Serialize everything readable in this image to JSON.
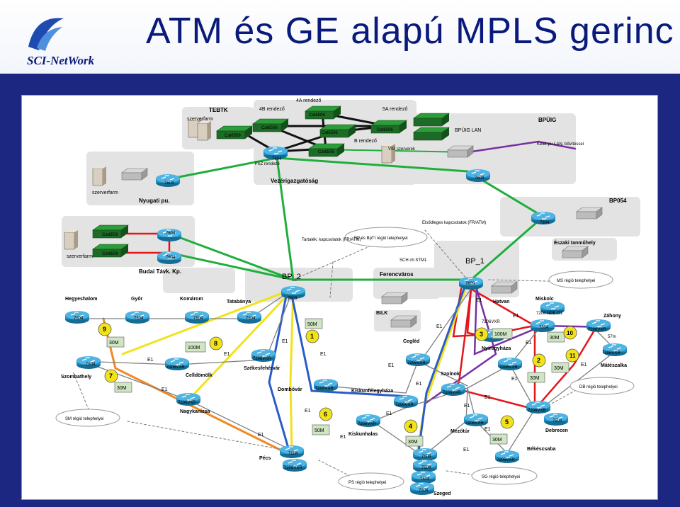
{
  "title": "ATM és GE alapú MPLS gerinc",
  "logo": {
    "text": "SCI-NetWork"
  },
  "colors": {
    "green": "#1fae3c",
    "red": "#e3161b",
    "blue": "#2a5cc9",
    "yellow": "#f2e21a",
    "orange": "#f08a24",
    "purple": "#7a2fa0",
    "router": "#1f8ec2",
    "dark": "#1b2780"
  },
  "sites": [
    {
      "id": "tebtk",
      "label": "TEBTK"
    },
    {
      "id": "nyugati",
      "label": "Nyugati pu."
    },
    {
      "id": "vezerig",
      "label": "Vezérigazgatóság"
    },
    {
      "id": "bpuig",
      "label": "BPÜIG"
    },
    {
      "id": "bp054",
      "label": "BP054"
    },
    {
      "id": "budai",
      "label": "Budai Távk. Kp."
    },
    {
      "id": "bp2",
      "label": "BP_2"
    },
    {
      "id": "ferencvaros",
      "label": "Ferencváros"
    },
    {
      "id": "bp1",
      "label": "BP_1"
    },
    {
      "id": "eszaki",
      "label": "Északi tanműhely"
    }
  ],
  "texts": {
    "szerverfarm": "szerverfarm",
    "rendezo_4a": "4A rendező",
    "rendezo_4b": "4B rendező",
    "rendezo_5a": "5A rendező",
    "rendezo_b": "B rendező",
    "fsz": "FSZ rendező",
    "vig": "VIG szerverek",
    "bpuig_lan": "BPÜIG LAN",
    "kelet": "Kelet-pu LAN, bővítéssel",
    "tartalek": "Tartalék: kapcsolatok (FR/ATM)",
    "eloteges": "Elsődleges kapcsolatok (FR/ATM)",
    "bp_bpti": "BP és BpTI régió telephelyei",
    "sch": "SCH ch.STM1",
    "ms_regio": "MS régió telephelyei",
    "db_regio": "DB régió telephelyei",
    "sm_regio": "SM régió telephelyei",
    "ps_regio": "PS régió telephelyei",
    "sg_regio": "SG régió telephelyei",
    "cat6509": "Cat6509",
    "cat6506": "Cat6506",
    "r7604": "7604",
    "r7609": "7609",
    "r7206": "7206VXR",
    "npe": "7206 NPE-G1"
  },
  "cities": [
    {
      "id": "hegyeshalom",
      "label": "Hegyeshalom"
    },
    {
      "id": "gyor",
      "label": "Győr"
    },
    {
      "id": "komarom",
      "label": "Komárom"
    },
    {
      "id": "tatabanya",
      "label": "Tatabánya"
    },
    {
      "id": "szombathely",
      "label": "Szombathely"
    },
    {
      "id": "celldomolk",
      "label": "Celldömölk"
    },
    {
      "id": "szekesfehervar",
      "label": "Székesfehérvár"
    },
    {
      "id": "nagykanizsa",
      "label": "Nagykanizsa"
    },
    {
      "id": "dombovar",
      "label": "Dombóvár"
    },
    {
      "id": "kiskunfelegyhaza",
      "label": "Kiskunfélegyháza"
    },
    {
      "id": "kiskunhalas",
      "label": "Kiskunhalas"
    },
    {
      "id": "pecs",
      "label": "Pécs"
    },
    {
      "id": "szeged",
      "label": "Szeged"
    },
    {
      "id": "cegled",
      "label": "Cegléd"
    },
    {
      "id": "szolnok",
      "label": "Szolnok"
    },
    {
      "id": "mezotur",
      "label": "Mezőtúr"
    },
    {
      "id": "bekescsaba",
      "label": "Békéscsaba"
    },
    {
      "id": "debrecen",
      "label": "Debrecen"
    },
    {
      "id": "nyiregyhaza",
      "label": "Nyíregyháza"
    },
    {
      "id": "hatvan",
      "label": "Hatvan"
    },
    {
      "id": "miskolc",
      "label": "Miskolc"
    },
    {
      "id": "zahony",
      "label": "Záhony"
    },
    {
      "id": "mateszalka",
      "label": "Mátészalka"
    },
    {
      "id": "bilk",
      "label": "BILK"
    }
  ],
  "links": {
    "e1": "E1",
    "m30": "30M",
    "m50": "50M",
    "m100": "100M",
    "m57": "57m"
  },
  "numbers": [
    "1",
    "2",
    "3",
    "4",
    "5",
    "6",
    "7",
    "8",
    "9",
    "10",
    "11"
  ]
}
